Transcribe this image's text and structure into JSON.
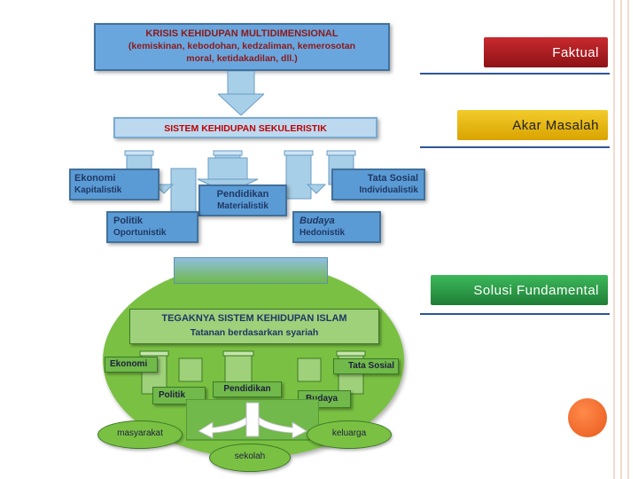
{
  "side_labels": {
    "faktual": "Faktual",
    "akar_masalah": "Akar Masalah",
    "solusi": "Solusi Fundamental"
  },
  "colors": {
    "faktual_bg": "#b01e23",
    "akar_bg": "#e6b800",
    "solusi_bg": "#2e9e4a",
    "diagram_blue": "#5b9bd5",
    "diagram_green": "#70b94a",
    "accent_circle": "#f26a2a"
  },
  "diagram": {
    "crisis": {
      "title": "KRISIS KEHIDUPAN MULTIDIMENSIONAL",
      "line1": "(kemiskinan, kebodohan, kedzaliman, kemerosotan",
      "line2": "moral, ketidakadilan, dll.)"
    },
    "secular_system": "SISTEM KEHIDUPAN  SEKULERISTIK",
    "secular_pillars": {
      "ekonomi_1": "Ekonomi",
      "ekonomi_2": "Kapitalistik",
      "sosial_1": "Tata Sosial",
      "sosial_2": "Individualistik",
      "pendidikan_1": "Pendidikan",
      "pendidikan_2": "Materialistik",
      "politik_1": "Politik",
      "politik_2": "Oportunistik",
      "budaya_1": "Budaya",
      "budaya_2": "Hedonistik"
    },
    "islam_system": {
      "title": "TEGAKNYA SISTEM KEHIDUPAN  ISLAM",
      "subtitle": "Tatanan berdasarkan syariah"
    },
    "islam_pillars": {
      "ekonomi": "Ekonomi",
      "tata_sosial": "Tata Sosial",
      "pendidikan": "Pendidikan",
      "politik": "Politik",
      "budaya": "Budaya"
    },
    "roots": {
      "masyarakat": "masyarakat",
      "keluarga": "keluarga",
      "sekolah": "sekolah"
    }
  }
}
